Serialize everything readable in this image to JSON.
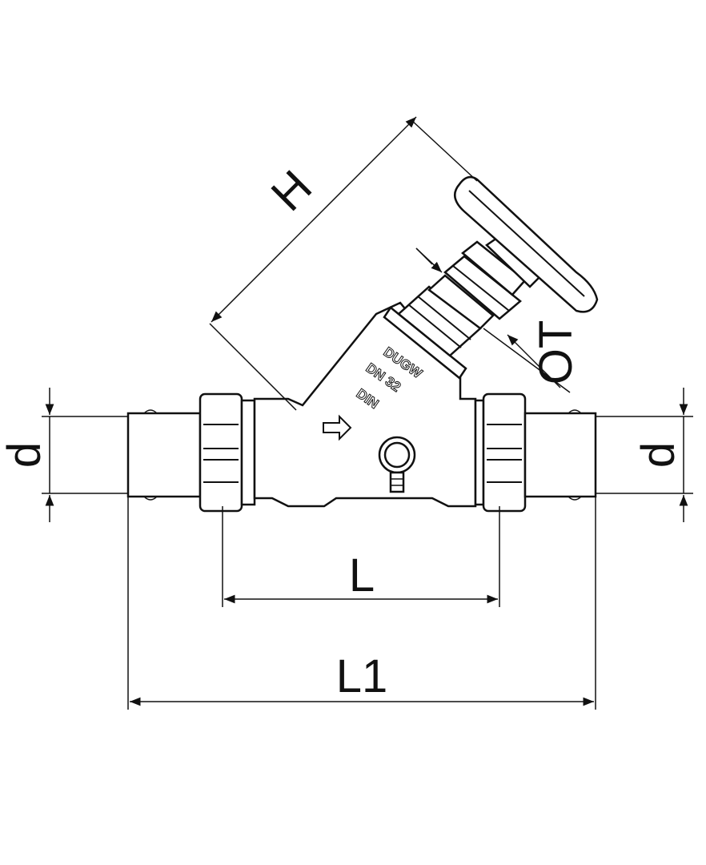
{
  "dimensions": {
    "H": "H",
    "OT": "OT",
    "d_left": "d",
    "d_right": "d",
    "L": "L",
    "L1": "L1"
  },
  "body_marking": {
    "line1": "DUGW",
    "line2": "DN 32",
    "line3": "DIN"
  },
  "colors": {
    "line": "#111111",
    "background": "#ffffff"
  }
}
